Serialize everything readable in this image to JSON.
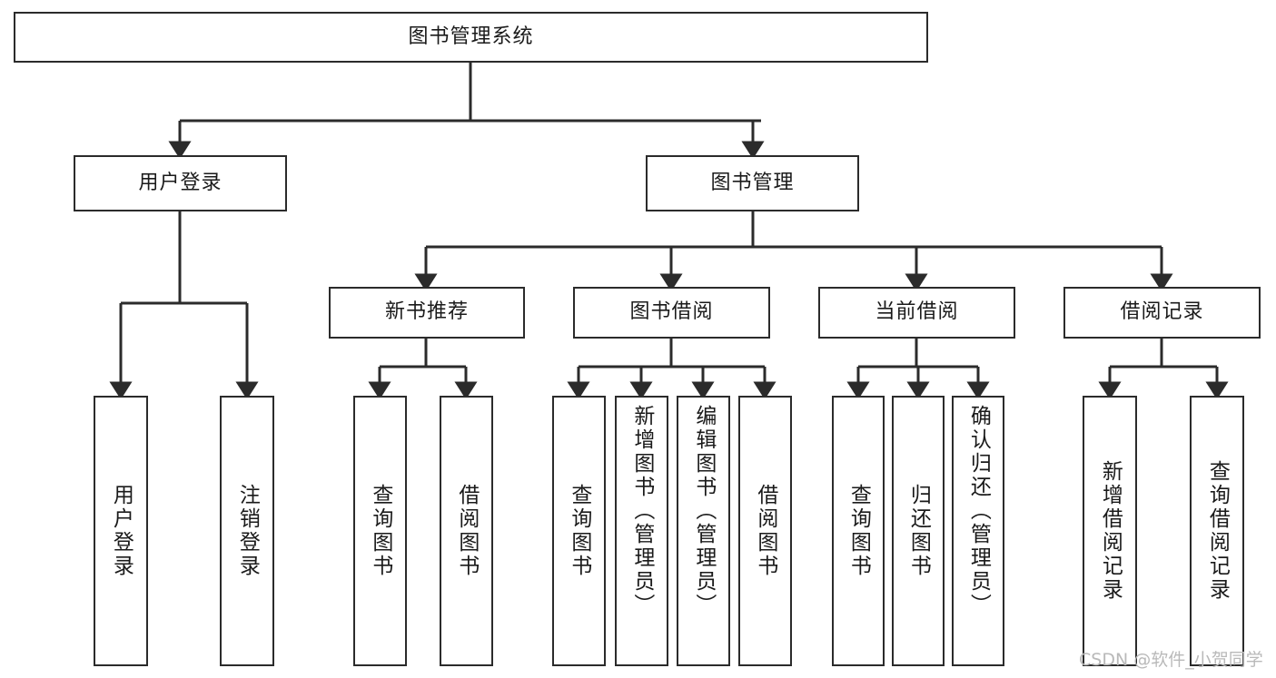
{
  "diagram": {
    "type": "tree-hierarchy",
    "title": "图书管理系统",
    "orientation": "top-down",
    "colors": {
      "box_border": "#2b2b2b",
      "box_fill": "#ffffff",
      "edge": "#2b2b2b",
      "text": "#1a1a1a",
      "watermark": "#b9b9b9",
      "background": "#ffffff"
    },
    "nodes": {
      "root": {
        "label": "图书管理系统"
      },
      "level2": [
        {
          "id": "user-login",
          "label": "用户登录"
        },
        {
          "id": "book-manage",
          "label": "图书管理"
        }
      ],
      "level3": [
        {
          "id": "new-book-recommend",
          "label": "新书推荐"
        },
        {
          "id": "book-borrow",
          "label": "图书借阅"
        },
        {
          "id": "current-borrow",
          "label": "当前借阅"
        },
        {
          "id": "borrow-record",
          "label": "借阅记录"
        }
      ],
      "leaves": {
        "user-login": [
          {
            "id": "leaf-user-login",
            "label": "用户登录"
          },
          {
            "id": "leaf-logout-login",
            "label": "注销登录"
          }
        ],
        "new-book-recommend": [
          {
            "id": "leaf-query-book-1",
            "label": "查询图书"
          },
          {
            "id": "leaf-borrow-book-1",
            "label": "借阅图书"
          }
        ],
        "book-borrow": [
          {
            "id": "leaf-query-book-2",
            "label": "查询图书"
          },
          {
            "id": "leaf-add-book-admin",
            "label": "新增图书（管理员）"
          },
          {
            "id": "leaf-edit-book-admin",
            "label": "编辑图书（管理员）"
          },
          {
            "id": "leaf-borrow-book-2",
            "label": "借阅图书"
          }
        ],
        "current-borrow": [
          {
            "id": "leaf-query-book-3",
            "label": "查询图书"
          },
          {
            "id": "leaf-return-book",
            "label": "归还图书"
          },
          {
            "id": "leaf-confirm-return-admin",
            "label": "确认归还（管理员）"
          }
        ],
        "borrow-record": [
          {
            "id": "leaf-add-borrow-record",
            "label": "新增借阅记录"
          },
          {
            "id": "leaf-query-borrow-record",
            "label": "查询借阅记录"
          }
        ]
      }
    }
  },
  "watermark": {
    "text": "CSDN @软件_小贺同学"
  }
}
